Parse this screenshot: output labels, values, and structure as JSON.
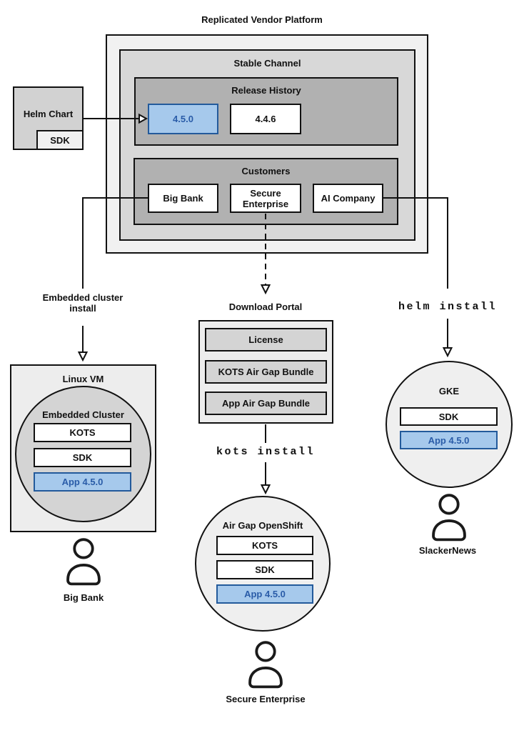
{
  "title": "Replicated Vendor Platform",
  "colors": {
    "highlight_fill": "#a6c9ec",
    "highlight_border": "#235a9b",
    "highlight_text": "#2a5ca8",
    "panel_light": "#f1f1f1",
    "panel_mid": "#d8d8d8",
    "panel_dark": "#b1b1b1",
    "line": "#111111"
  },
  "platform": {
    "stable_channel": {
      "label": "Stable Channel",
      "release_history": {
        "label": "Release History",
        "releases": [
          {
            "version": "4.5.0",
            "highlighted": true
          },
          {
            "version": "4.4.6",
            "highlighted": false
          }
        ]
      },
      "customers": {
        "label": "Customers",
        "items": [
          {
            "name": "Big Bank"
          },
          {
            "name": "Secure Enterprise"
          },
          {
            "name": "AI Company"
          }
        ]
      }
    }
  },
  "helm_chart": {
    "label": "Helm Chart",
    "sdk": "SDK"
  },
  "flows": {
    "embedded": {
      "arrow_label": "Embedded cluster install"
    },
    "airgap": {
      "portal_label": "Download Portal",
      "portal_items": [
        "License",
        "KOTS Air Gap Bundle",
        "App Air Gap Bundle"
      ],
      "command": "kots install"
    },
    "helm": {
      "command": "helm install"
    }
  },
  "targets": {
    "linux_vm": {
      "label": "Linux VM",
      "cluster": {
        "label": "Embedded Cluster",
        "components": [
          "KOTS",
          "SDK",
          "App 4.5.0"
        ]
      },
      "user": "Big Bank"
    },
    "openshift": {
      "label": "Air Gap OpenShift",
      "components": [
        "KOTS",
        "SDK",
        "App 4.5.0"
      ],
      "user": "Secure Enterprise"
    },
    "gke": {
      "label": "GKE",
      "components": [
        "SDK",
        "App 4.5.0"
      ],
      "user": "SlackerNews"
    }
  }
}
